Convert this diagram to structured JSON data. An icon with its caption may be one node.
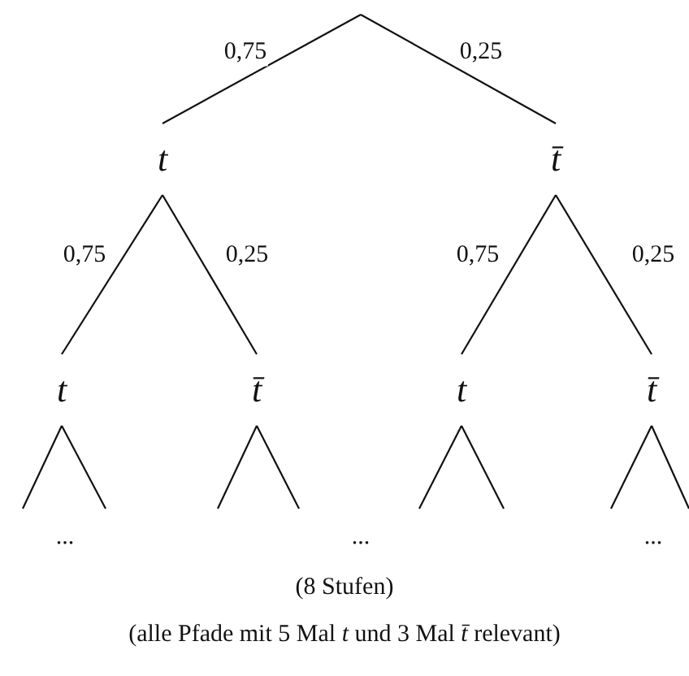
{
  "diagram": {
    "caption": "(alle Pfade mit 5 Mal *t* und 3 Mal *t̄* relevant)",
    "nodes": [
      {
        "text": [
          "t"
        ]
      },
      {
        "text": [
          "t̄"
        ]
      },
      {
        "text": [
          "t"
        ]
      },
      {
        "text": [
          "t̄"
        ]
      },
      {
        "text": [
          "t"
        ]
      },
      {
        "text": [
          "t̄"
        ]
      }
    ],
    "edges": [
      {
        "from": null,
        "to": 0,
        "arrow": "none",
        "label": "0,75"
      },
      {
        "from": null,
        "to": 1,
        "arrow": "none",
        "label": "0,25"
      },
      {
        "from": 0,
        "to": 2,
        "arrow": "none",
        "label": "0,75"
      },
      {
        "from": 0,
        "to": 3,
        "arrow": "none",
        "label": "0,25"
      },
      {
        "from": 1,
        "to": 4,
        "arrow": "none",
        "label": "0,75"
      },
      {
        "from": 1,
        "to": 5,
        "arrow": "none",
        "label": "0,25"
      },
      {
        "from": 2,
        "to": null,
        "arrow": "none"
      },
      {
        "from": 2,
        "to": null,
        "arrow": "none"
      },
      {
        "from": 3,
        "to": null,
        "arrow": "none"
      },
      {
        "from": 3,
        "to": null,
        "arrow": "none"
      },
      {
        "from": 4,
        "to": null,
        "arrow": "none"
      },
      {
        "from": 4,
        "to": null,
        "arrow": "none"
      },
      {
        "from": 5,
        "to": null,
        "arrow": "none"
      },
      {
        "from": 5,
        "to": null,
        "arrow": "none"
      }
    ],
    "labels": [
      "...",
      "...",
      "...",
      "(8 Stufen)"
    ]
  }
}
